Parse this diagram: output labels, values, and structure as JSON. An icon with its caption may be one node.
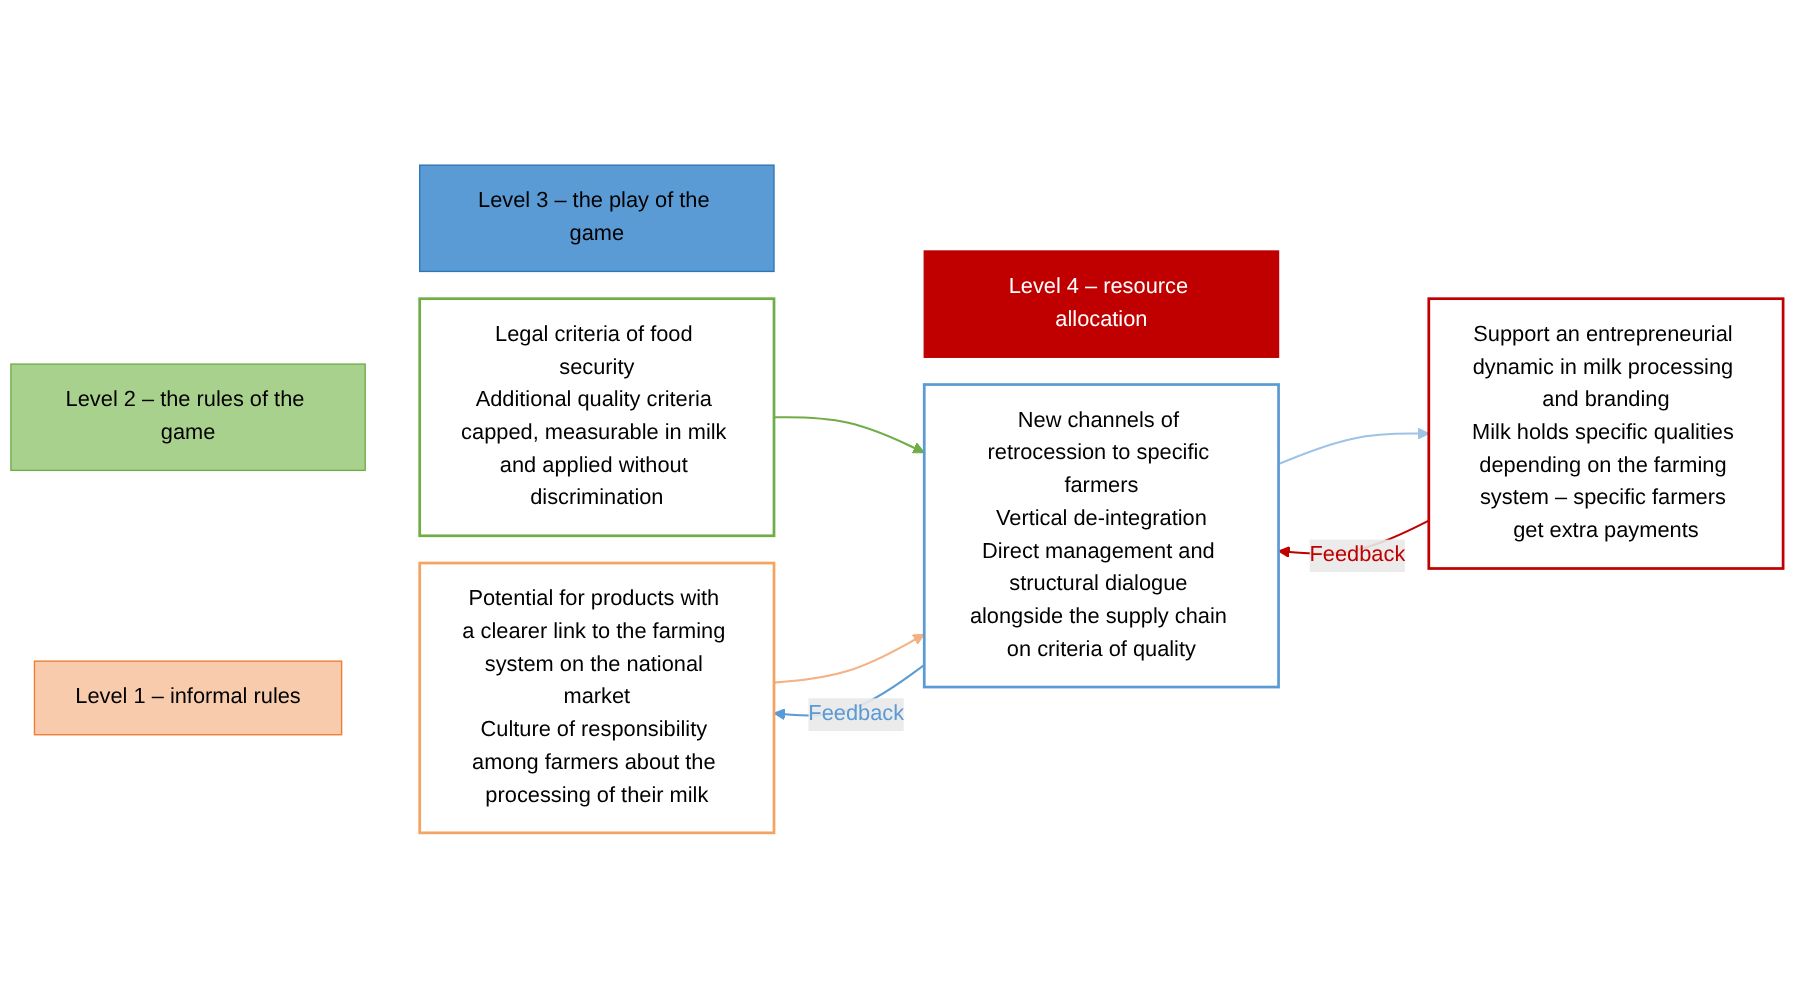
{
  "diagram": {
    "nodes": [
      {
        "text": [
          "Level 1 – informal rules"
        ]
      },
      {
        "text": [
          "Level 2 – the rules of the game"
        ]
      },
      {
        "text": [
          "Level 3 – the play of the game"
        ]
      },
      {
        "text": [
          "Level 4 – resource allocation"
        ]
      },
      {
        "text": [
          "Potential for products with a clearer link to the farming system on the national market",
          "Culture of responsibility among farmers about the processing of their milk"
        ]
      },
      {
        "text": [
          "Legal criteria of food security",
          "Additional quality criteria capped, measurable in milk and applied without discrimination"
        ]
      },
      {
        "text": [
          "New channels of retrocession to specific farmers",
          "Vertical de-integration",
          "Direct management and structural dialogue alongside the supply chain on criteria of quality"
        ]
      },
      {
        "text": [
          "Support an entrepreneurial dynamic in milk processing and branding",
          "Milk holds specific qualities depending on the farming system – specific farmers get extra payments"
        ]
      }
    ],
    "edges": [
      {
        "from": 5,
        "to": 6,
        "arrow": "to",
        "color": "#70ad47"
      },
      {
        "from": 4,
        "to": 6,
        "arrow": "to",
        "color": "#f4b183"
      },
      {
        "from": 6,
        "to": 7,
        "arrow": "to",
        "color": "#9dc3e6"
      },
      {
        "from": 7,
        "to": 6,
        "arrow": "to",
        "label": "Feedback",
        "color": "#c00000"
      },
      {
        "from": 6,
        "to": 4,
        "arrow": "to",
        "label": "Feedback",
        "color": "#5b9bd5"
      }
    ]
  }
}
